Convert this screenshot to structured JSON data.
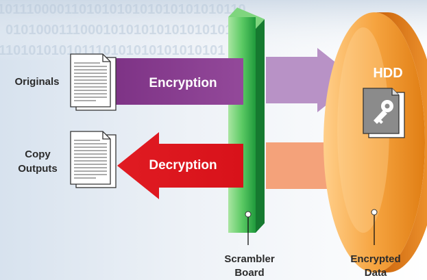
{
  "labels": {
    "originals": "Originals",
    "copy_outputs_line1": "Copy",
    "copy_outputs_line2": "Outputs",
    "encryption": "Encryption",
    "decryption": "Decryption",
    "hdd": "HDD",
    "scrambler_board_line1": "Scrambler",
    "scrambler_board_line2": "Board",
    "encrypted_data_line1": "Encrypted",
    "encrypted_data_line2": "Data",
    "background_binary": [
      "101110000110101010101010101010110",
      "010100011100010101010101010101",
      "110101010101110101010101010101"
    ]
  },
  "icons": {
    "originals_document": "document-icon",
    "copy_outputs_document": "document-icon",
    "hdd_key_document": "key-document-icon"
  },
  "colors": {
    "encryption_arrow": "#8E3D8F",
    "encryption_arrow_light": "#B890C4",
    "decryption_arrow": "#E31E24",
    "decryption_arrow_light": "#F4A37B",
    "scrambler_board": "#2DB24A",
    "hdd_disk": "#F29A3A",
    "label_text": "#2b2b2b",
    "arrow_text": "#ffffff"
  }
}
